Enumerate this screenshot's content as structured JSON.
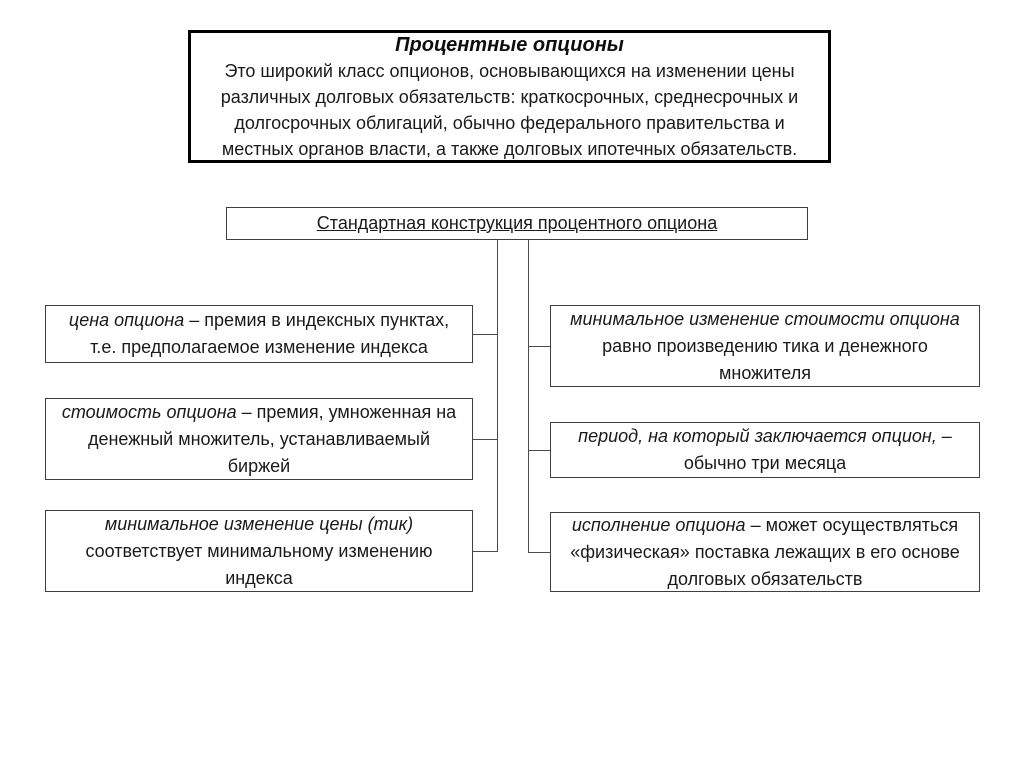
{
  "title_box": {
    "heading": "Процентные опционы",
    "body": "Это широкий класс опционов, основывающихся на изменении цены\nразличных долговых обязательств: краткосрочных, среднесрочных и\nдолгосрочных облигаций, обычно федерального правительства и\nместных органов власти, а также долговых ипотечных обязательств."
  },
  "construction_box": {
    "label": "Стандартная конструкция процентного опциона"
  },
  "left_items": [
    {
      "term": "цена опциона",
      "rest": " – премия в индексных пунктах,\nт.е. предполагаемое изменение индекса"
    },
    {
      "term": "стоимость опциона",
      "rest": " – премия, умноженная на\nденежный множитель, устанавливаемый\nбиржей"
    },
    {
      "term": "минимальное изменение цены (тик)",
      "rest": "\nсоответствует минимальному изменению\nиндекса"
    }
  ],
  "right_items": [
    {
      "term": "минимальное изменение стоимости опциона",
      "rest": "\nравно произведению тика и денежного\nмножителя"
    },
    {
      "term": "период, на который заключается опцион, –",
      "rest": "\nобычно три месяца"
    },
    {
      "term": "исполнение опциона",
      "rest": " – может осуществляться\n«физическая» поставка лежащих в его основе\nдолговых обязательств"
    }
  ],
  "colors": {
    "background": "#ffffff",
    "title_border": "#000000",
    "box_border": "#3f3f3f",
    "connector": "#4d4d4d",
    "text": "#1a1a1a"
  }
}
